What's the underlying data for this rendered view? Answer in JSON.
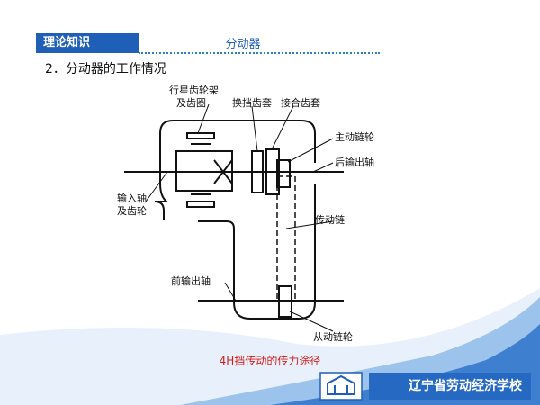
{
  "header": {
    "tag": "理论知识",
    "topic": "分动器"
  },
  "section": {
    "heading": "2．分动器的工作情况"
  },
  "diagram": {
    "labels": {
      "planet_carrier_1": "行星齿轮架",
      "planet_carrier_2": "及齿圈",
      "shift_sleeve": "换挡齿套",
      "engage_sleeve": "接合齿套",
      "drive_sprocket": "主动链轮",
      "rear_output": "后输出轴",
      "input_shaft_1": "输入轴",
      "input_shaft_2": "及齿轮",
      "chain": "传动链",
      "front_output": "前输出轴",
      "driven_sprocket": "从动链轮"
    }
  },
  "caption": "4H挡传动的传力途径",
  "footer": {
    "school": "辽宁省劳动经济学校"
  },
  "colors": {
    "brand_blue": "#1f5fb8",
    "caption_red": "#d81b1b",
    "path_red": "#d81b1b"
  }
}
